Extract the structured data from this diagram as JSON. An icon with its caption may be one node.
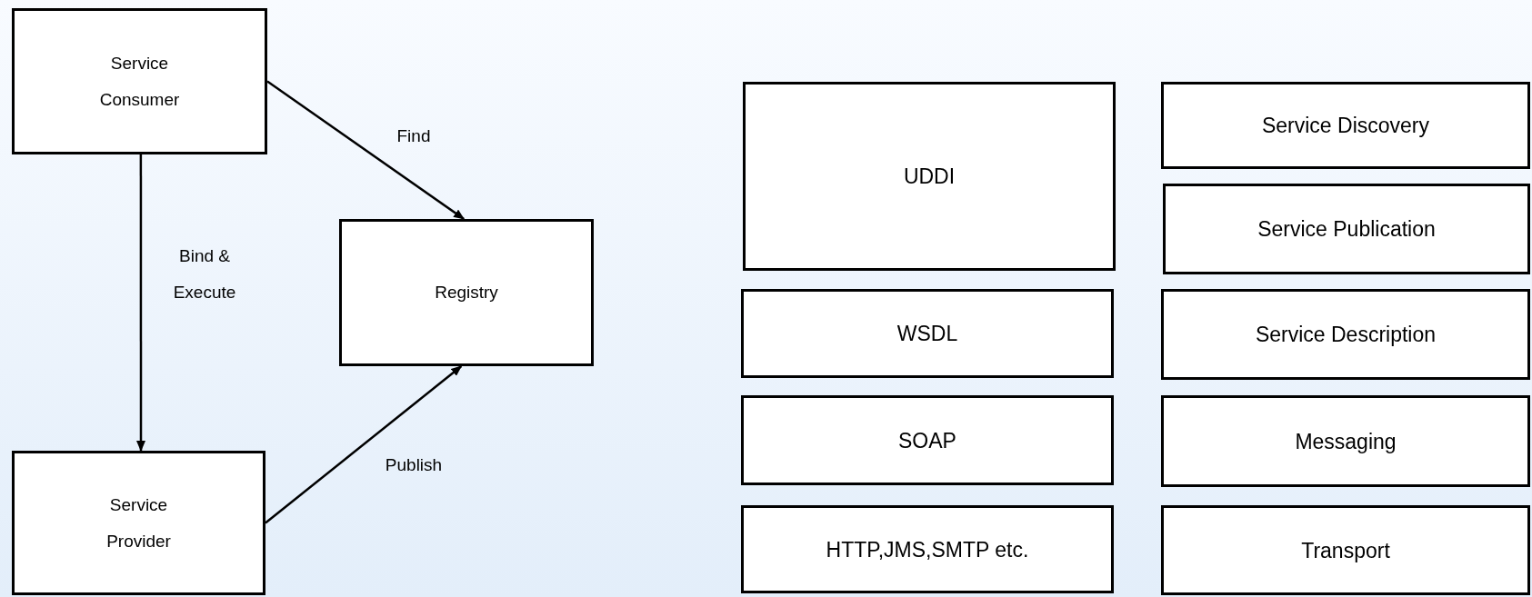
{
  "diagram": {
    "nodes": [
      {
        "text": [
          "Service Consumer"
        ]
      },
      {
        "text": [
          "Registry"
        ]
      },
      {
        "text": [
          "Service Provider"
        ]
      },
      {
        "text": [
          "UDDI"
        ]
      },
      {
        "text": [
          "WSDL"
        ]
      },
      {
        "text": [
          "SOAP"
        ]
      },
      {
        "text": [
          "HTTP,JMS,SMTP etc."
        ]
      },
      {
        "text": [
          "Service Discovery"
        ]
      },
      {
        "text": [
          "Service Publication"
        ]
      },
      {
        "text": [
          "Service Description"
        ]
      },
      {
        "text": [
          "Messaging"
        ]
      },
      {
        "text": [
          "Transport"
        ]
      }
    ],
    "edges": [
      {
        "from": 0,
        "to": 1,
        "label": "Find",
        "arrow": "to"
      },
      {
        "from": 0,
        "to": 2,
        "label": "Bind & Execute",
        "arrow": "to"
      },
      {
        "from": 2,
        "to": 1,
        "label": "Publish",
        "arrow": "to"
      }
    ]
  }
}
